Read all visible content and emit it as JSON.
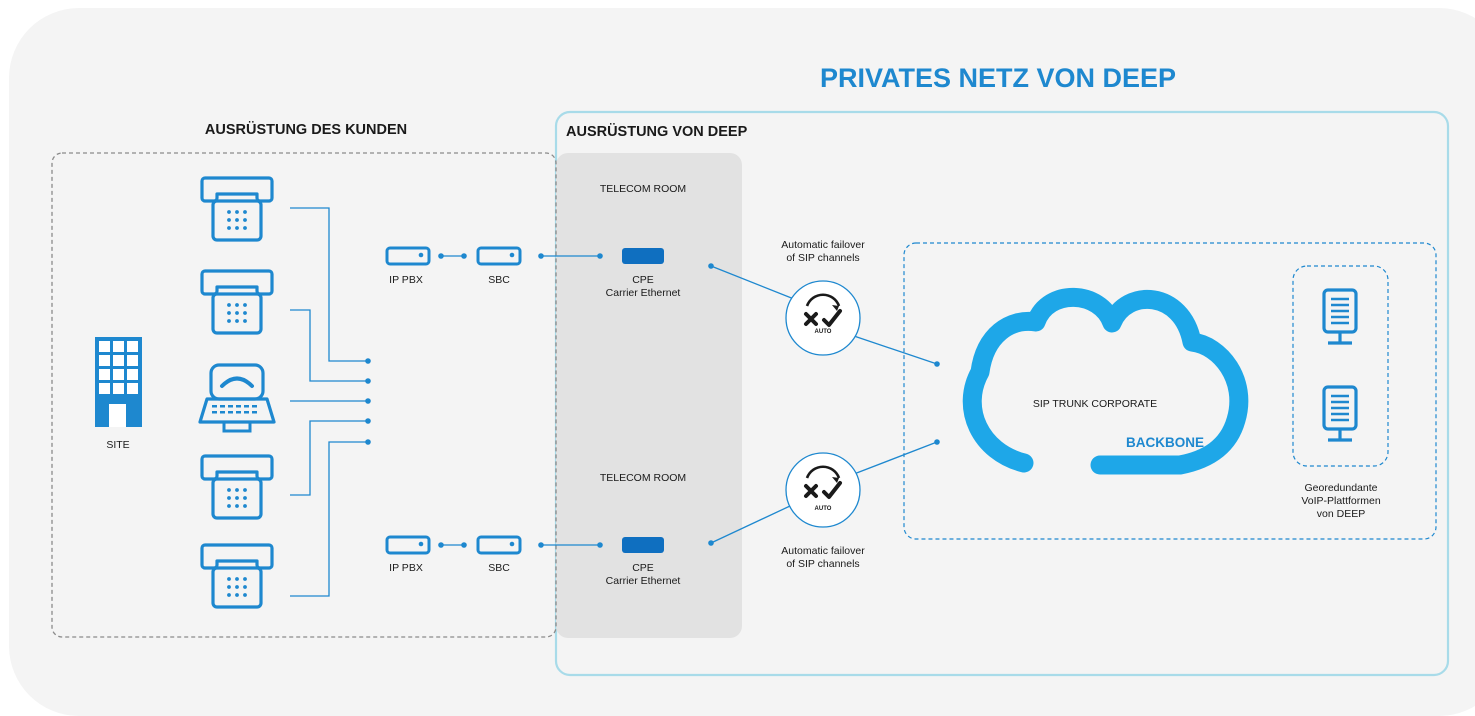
{
  "title": "PRIVATES NETZ VON DEEP",
  "sections": {
    "customer": "AUSRÜSTUNG DES KUNDEN",
    "deep": "AUSRÜSTUNG VON DEEP"
  },
  "site_label": "SITE",
  "telecom_room": [
    "TELECOM ROOM",
    "TELECOM ROOM"
  ],
  "devices": {
    "ip_pbx": "IP PBX",
    "sbc": "SBC",
    "cpe_line1": "CPE",
    "cpe_line2": "Carrier Ethernet"
  },
  "failover": {
    "line1": "Automatic failover",
    "line2": "of SIP channels",
    "badge": "AUTO"
  },
  "cloud": {
    "label": "SIP TRUNK CORPORATE",
    "backbone": "BACKBONE"
  },
  "platforms": {
    "line1": "Georedundante",
    "line2": "VoIP-Plattformen",
    "line3": "von DEEP"
  },
  "icons": [
    "desk-phone-icon",
    "building-icon",
    "conference-phone-icon",
    "network-device-icon",
    "failover-icon",
    "cloud-icon",
    "server-icon"
  ],
  "colors": {
    "accent": "#1e88cf",
    "cloud": "#1ea7e8",
    "frame": "#a8dbe9",
    "room": "#e2e2e2"
  }
}
